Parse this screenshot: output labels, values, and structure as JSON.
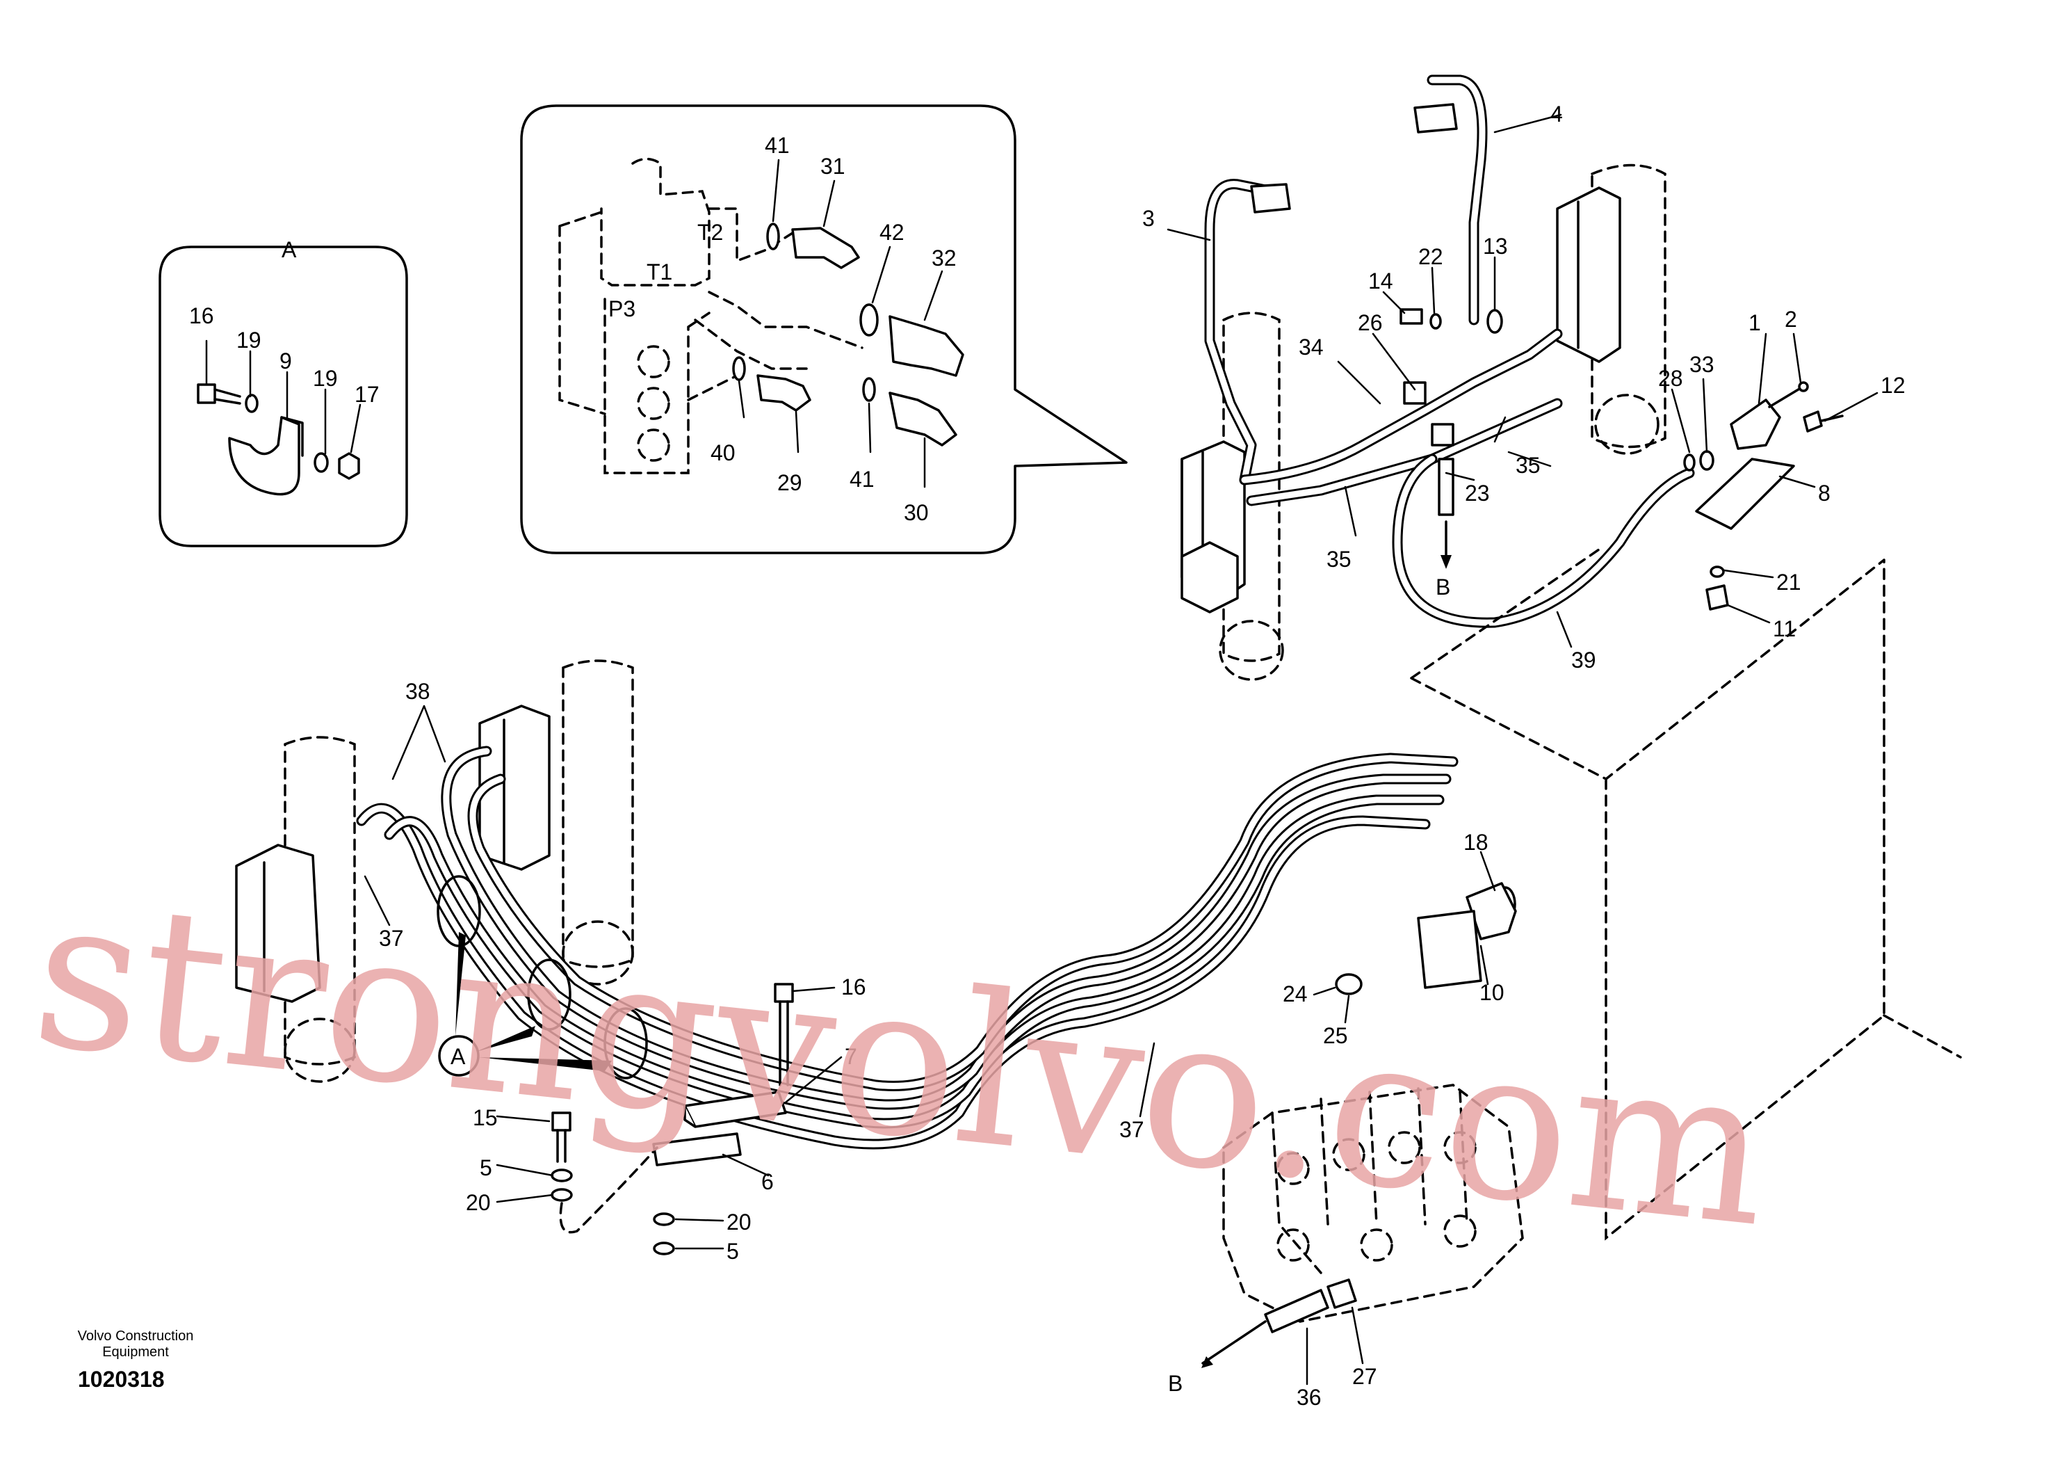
{
  "watermark": "strongvolvo.com",
  "footer": {
    "company_line1": "Volvo Construction",
    "company_line2": "Equipment",
    "drawing_number": "1020318"
  },
  "detail_a": {
    "title": "A",
    "labels": [
      "16",
      "19",
      "9",
      "19",
      "17"
    ]
  },
  "detail_valve": {
    "port_labels": [
      "T2",
      "T1",
      "P3"
    ],
    "labels": [
      "41",
      "31",
      "42",
      "32",
      "40",
      "29",
      "41",
      "30"
    ]
  },
  "upper_right": {
    "labels": [
      "4",
      "3",
      "22",
      "13",
      "14",
      "26",
      "34",
      "1",
      "2",
      "12",
      "28",
      "33",
      "35",
      "23",
      "35",
      "8",
      "B",
      "21",
      "11",
      "39"
    ]
  },
  "lower": {
    "labels": [
      "38",
      "37",
      "16",
      "7",
      "A",
      "15",
      "5",
      "20",
      "6",
      "20",
      "5",
      "18",
      "10",
      "24",
      "25",
      "37",
      "B",
      "36",
      "27"
    ]
  }
}
